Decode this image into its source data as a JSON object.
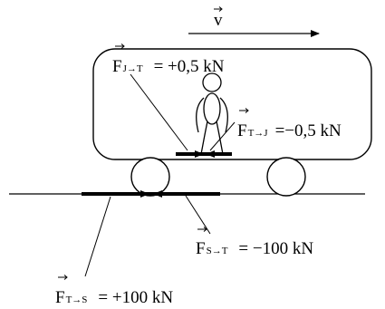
{
  "diagram": {
    "velocity": {
      "symbol": "v"
    },
    "forces": [
      {
        "id": "f-j-t",
        "symbol": "F",
        "subscript": "J→T",
        "value": "= +0,5 kN"
      },
      {
        "id": "f-t-j",
        "symbol": "F",
        "subscript": "T→J",
        "value": "=−0,5 kN"
      },
      {
        "id": "f-s-t",
        "symbol": "F",
        "subscript": "S→T",
        "value": "= −100  kN"
      },
      {
        "id": "f-t-s",
        "symbol": "F",
        "subscript": "T→S",
        "value": "= +100 kN"
      }
    ]
  }
}
